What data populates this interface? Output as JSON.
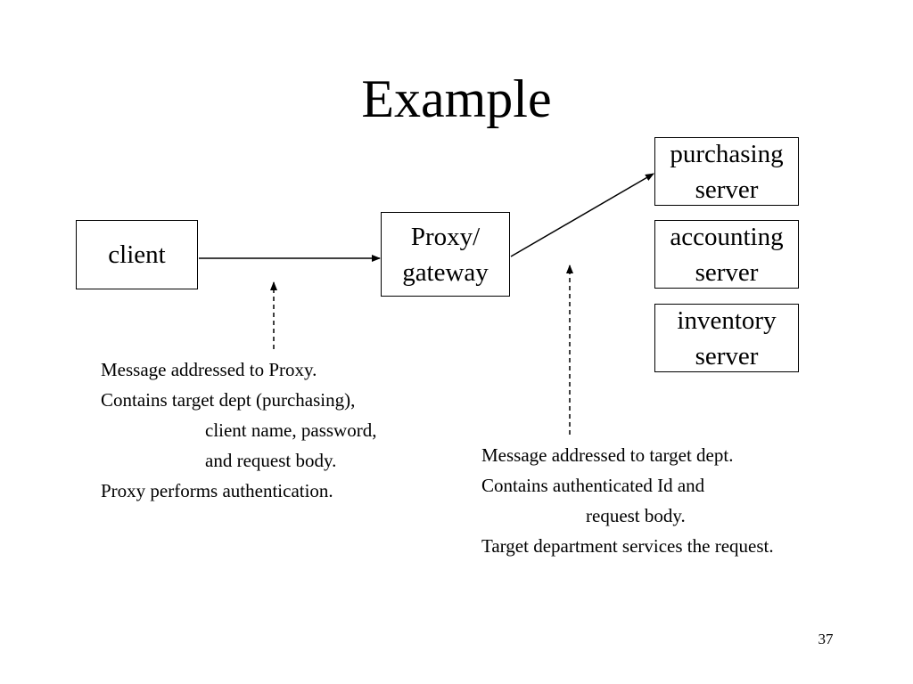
{
  "slide": {
    "title": "Example",
    "page_number": "37"
  },
  "nodes": {
    "client": [
      "client"
    ],
    "proxy": [
      "Proxy/",
      "gateway"
    ],
    "purchasing": [
      "purchasing",
      "server"
    ],
    "accounting": [
      "accounting",
      "server"
    ],
    "inventory": [
      "inventory",
      "server"
    ]
  },
  "notes": {
    "left": [
      "Message addressed to Proxy.",
      "Contains target dept (purchasing),",
      "client name, password,",
      "and request body.",
      "Proxy performs authentication."
    ],
    "right": [
      "Message addressed to target dept.",
      "Contains authenticated Id and",
      "request body.",
      "Target department services the request."
    ]
  },
  "colors": {
    "background": "#ffffff",
    "ink": "#000000"
  }
}
